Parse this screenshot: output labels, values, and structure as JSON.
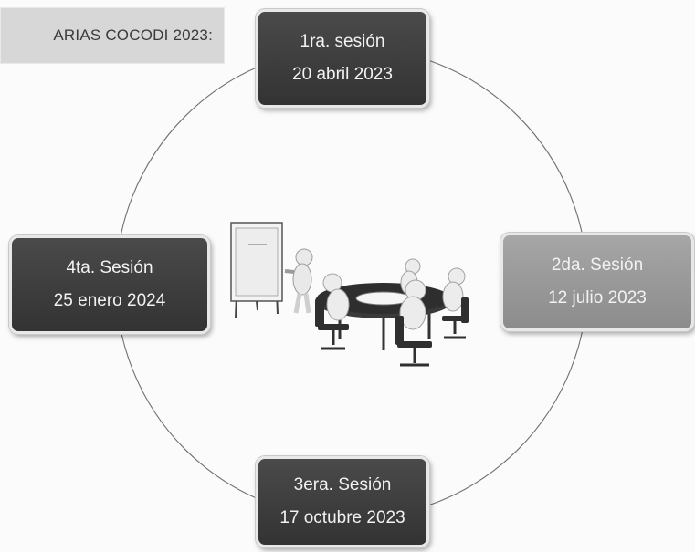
{
  "header": {
    "title": "ARIAS COCODI 2023:"
  },
  "sessions": [
    {
      "name": "1ra. sesión",
      "date": "20 abril 2023"
    },
    {
      "name": "2da. Sesión",
      "date": "12 julio 2023"
    },
    {
      "name": "3era. Sesión",
      "date": "17 octubre 2023"
    },
    {
      "name": "4ta. Sesión",
      "date": "25 enero 2024"
    }
  ],
  "colors": {
    "dark_box": "#3c3c3c",
    "light_box": "#999999",
    "box_text": "#f2f2f2",
    "ring": "#6f6f6f",
    "title_bg": "#d7d7d7"
  },
  "illustration": {
    "icon": "meeting-table-icon"
  }
}
